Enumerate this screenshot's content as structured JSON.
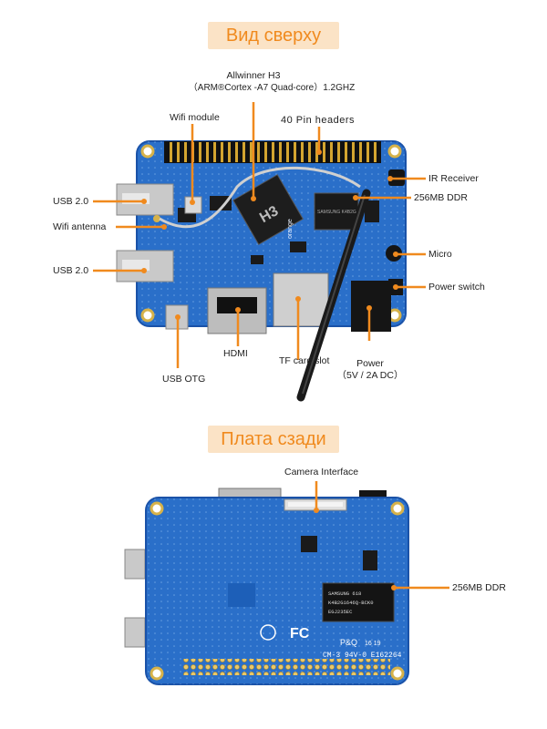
{
  "top_section": {
    "title": "Вид сверху",
    "labels": {
      "soc_name": "Allwinner H3",
      "soc_spec": "（ARM®Cortex  -A7 Quad-core）1.2GHZ",
      "wifi_module": "Wifi module",
      "pin_headers": "40 Pin headers",
      "ir_receiver": "IR Receiver",
      "ddr_top": "256MB DDR",
      "usb_a": "USB 2.0",
      "wifi_antenna": "Wifi antenna",
      "usb_b": "USB 2.0",
      "micro": "Micro",
      "power_switch": "Power switch",
      "hdmi": "HDMI",
      "tf_card": "TF card slot",
      "usb_otg": "USB OTG",
      "power": "Power",
      "power_spec": "（5V / 2A DC）"
    },
    "board_marks": {
      "soc_marking": "H3",
      "ram_marking": "SAMSUNG K4B2G",
      "logo": "orange"
    }
  },
  "bottom_section": {
    "title": "Плата сзади",
    "labels": {
      "camera_interface": "Camera Interface",
      "ddr_bottom": "256MB DDR"
    },
    "board_marks": {
      "ram_line1": "SAMSUNG     618",
      "ram_line2": "K4B2G1646Q-BCK0",
      "ram_line3": "EGJ235EC",
      "cert": "FC",
      "pq": "P&Q",
      "serial": "CM-3 94V-0 E162264",
      "date": "16 19"
    }
  },
  "colors": {
    "accent": "#f08a1e",
    "banner_bg": "#fbe3c6",
    "pcb": "#2a6fc9",
    "pcb_dark": "#1a52a8",
    "silver": "#c9c9c9",
    "black": "#151515"
  }
}
